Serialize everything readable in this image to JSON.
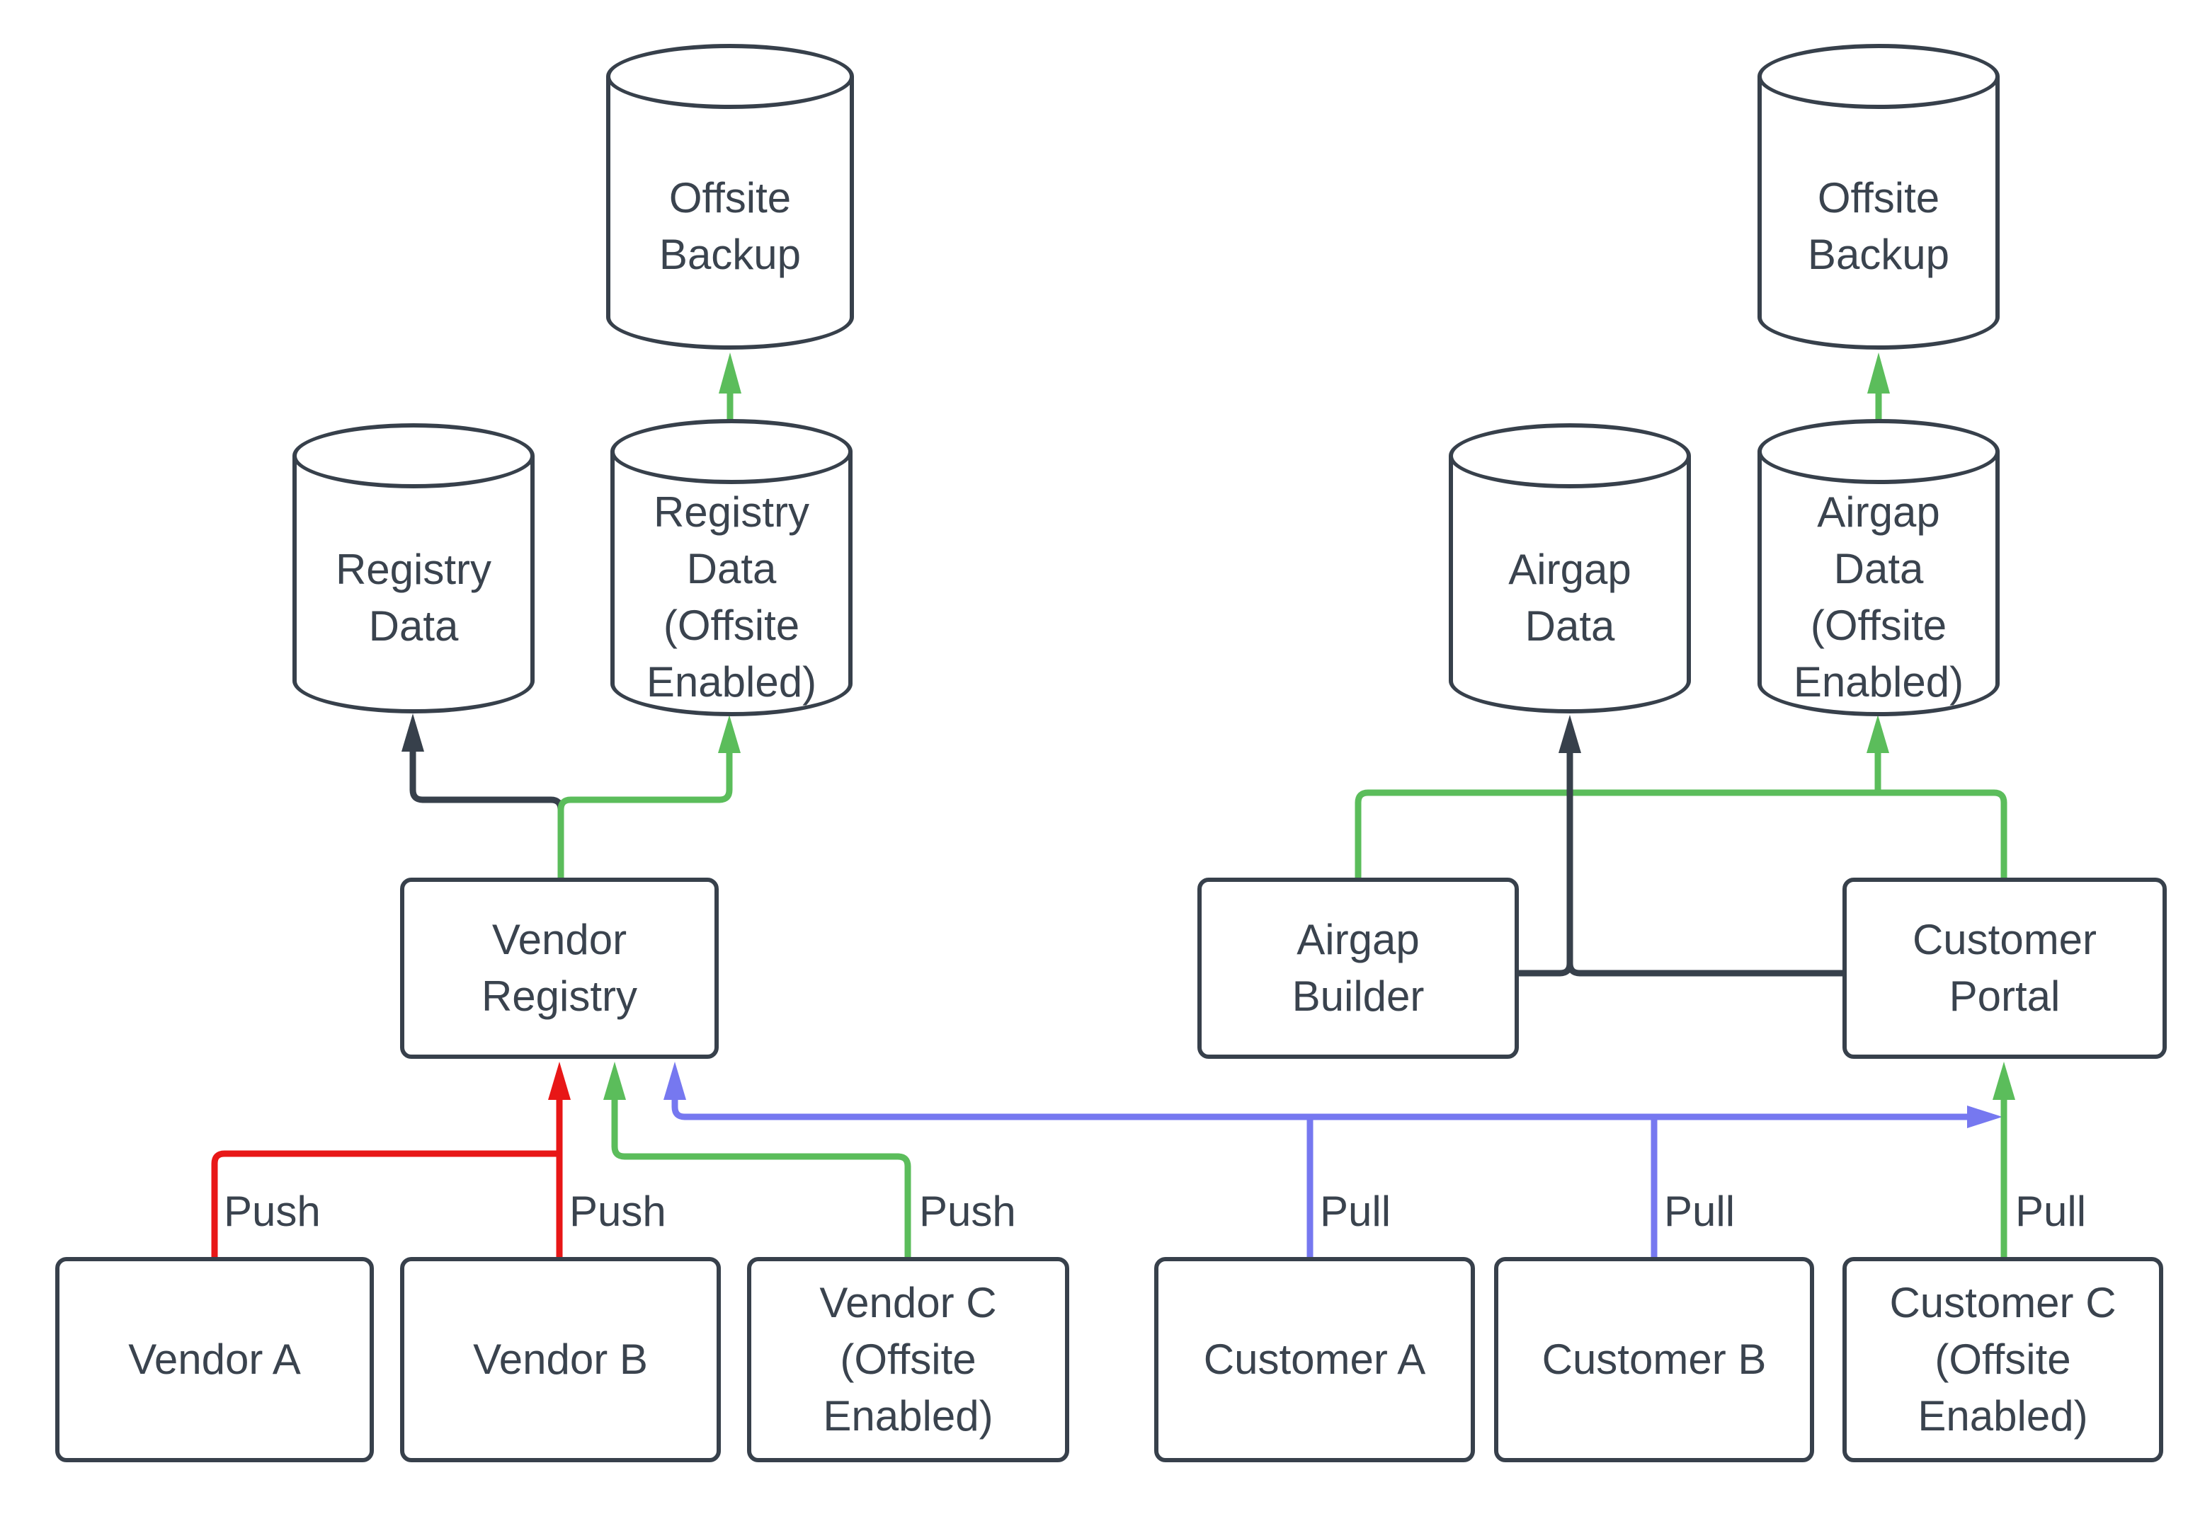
{
  "colors": {
    "line_dark": "#37404B",
    "line_green": "#5BBD5B",
    "line_red": "#E81717",
    "line_blue": "#7678F0",
    "text": "#3A434E",
    "node_fill": "#FFFFFF",
    "background": "#FFFFFF"
  },
  "nodes": {
    "offsite_backup_left": "Offsite\nBackup",
    "registry_data": "Registry\nData",
    "registry_data_offsite": "Registry\nData\n(Offsite\nEnabled)",
    "airgap_data": "Airgap\nData",
    "airgap_data_offsite": "Airgap\nData\n(Offsite\nEnabled)",
    "offsite_backup_right": "Offsite\nBackup",
    "vendor_registry": "Vendor\nRegistry",
    "airgap_builder": "Airgap\nBuilder",
    "customer_portal": "Customer\nPortal",
    "vendor_a": "Vendor A",
    "vendor_b": "Vendor B",
    "vendor_c": "Vendor C\n(Offsite\nEnabled)",
    "customer_a": "Customer A",
    "customer_b": "Customer B",
    "customer_c": "Customer C\n(Offsite\nEnabled)"
  },
  "edge_labels": {
    "push_vendor_a": "Push",
    "push_vendor_b": "Push",
    "push_vendor_c": "Push",
    "pull_customer_a": "Pull",
    "pull_customer_b": "Pull",
    "pull_customer_c": "Pull"
  }
}
